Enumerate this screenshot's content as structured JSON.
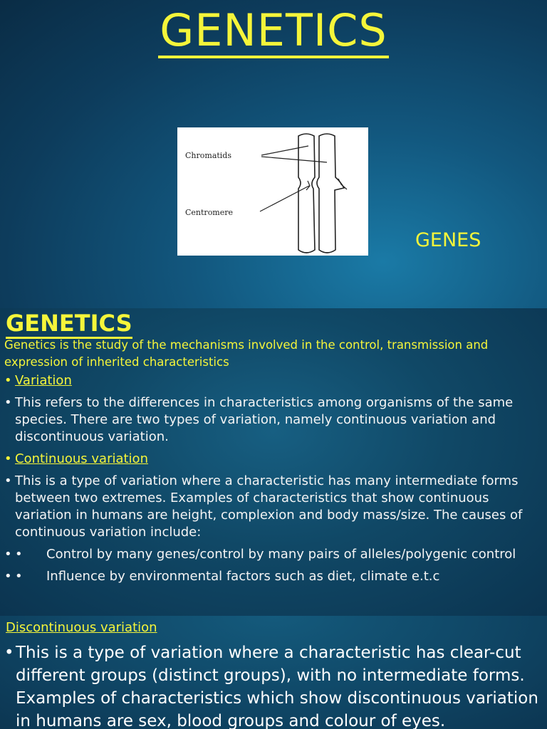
{
  "slide1": {
    "title": "GENETICS",
    "figure": {
      "label_chromatids": "Chromatids",
      "label_centromere": "Centromere"
    },
    "side_label": "GENES"
  },
  "slide2": {
    "title": "GENETICS",
    "definition": "Genetics is the study of the mechanisms involved in the control, transmission and expression of inherited characteristics",
    "bullets": [
      {
        "text": "Variation"
      },
      {
        "text": "This refers to the differences in characteristics among organisms of the same species. There are two types of variation, namely continuous variation and discontinuous variation."
      },
      {
        "text": "Continuous variation"
      },
      {
        "text": "This is a type of variation where a characteristic has many intermediate forms between two extremes. Examples of characteristics that show continuous variation in humans are height, complexion and body mass/size. The causes of continuous variation include:"
      },
      {
        "marker": "•",
        "text": "Control by many genes/control by many pairs of alleles/polygenic control"
      },
      {
        "marker": "•",
        "text": "Influence by environmental factors such as diet, climate e.t.c"
      }
    ]
  },
  "slide3": {
    "title": "Discontinuous variation",
    "text": "This is a type of variation where a characteristic has clear-cut different groups (distinct groups), with no intermediate forms. Examples of characteristics which show discontinuous variation in humans are sex, blood groups and colour of eyes."
  },
  "colors": {
    "heading": "#f5f53a",
    "body": "#f4f4f4",
    "background": "#0f4564"
  }
}
